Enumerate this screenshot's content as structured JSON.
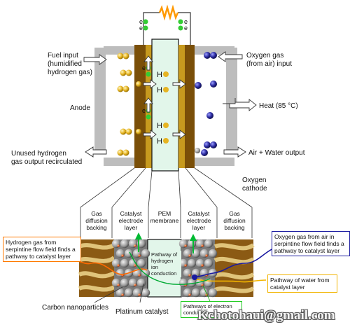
{
  "labels": {
    "fuel_input": "Fuel input\n(humidified\nhydrogen gas)",
    "oxygen_input": "Oxygen gas\n(from air) input",
    "anode": "Anode",
    "heat": "Heat (85 °C)",
    "unused_hydrogen": "Unused hydrogen\ngas output recirculated",
    "air_water_output": "Air + Water output",
    "oxygen_cathode": "Oxygen\ncathode",
    "electron": "e",
    "electron_sign": "-",
    "proton": "H",
    "proton_sign": "+"
  },
  "layers": [
    {
      "label": "Gas\ndiffusion\nbacking"
    },
    {
      "label": "Catalyst\nelectrode\nlayer"
    },
    {
      "label": "PEM\nmembrane"
    },
    {
      "label": "Catalyst\nelectrode\nlayer"
    },
    {
      "label": "Gas\ndiffusion\nbacking"
    }
  ],
  "annotations": {
    "hydrogen_pathway": "Hydrogen gas from serpintine flow field finds a pathway to catalyst layer",
    "oxygen_pathway": "Oxygen gas from air in serpintine flow field finds a pathway to catalyst layer",
    "hydrogen_ion_pathway": "Pathway of hydrogen ion conduction",
    "water_pathway": "Pathway of water from catalyst layer",
    "electron_pathway": "Pathways of electron conduction",
    "carbon_nanoparticles": "Carbon nanoparticles",
    "platinum_catalyst": "Platinum catalyst"
  },
  "watermark": "Kchotohaui@gmail.com",
  "colors": {
    "gold": "#e0b020",
    "brown": "#8a5a0a",
    "membrane": "#dff5e8",
    "oxygen_blue": "#2a2a9a",
    "gray_plate": "#b8b8b8",
    "electron_green": "#33cc33",
    "resistor_orange": "#ff9900"
  }
}
